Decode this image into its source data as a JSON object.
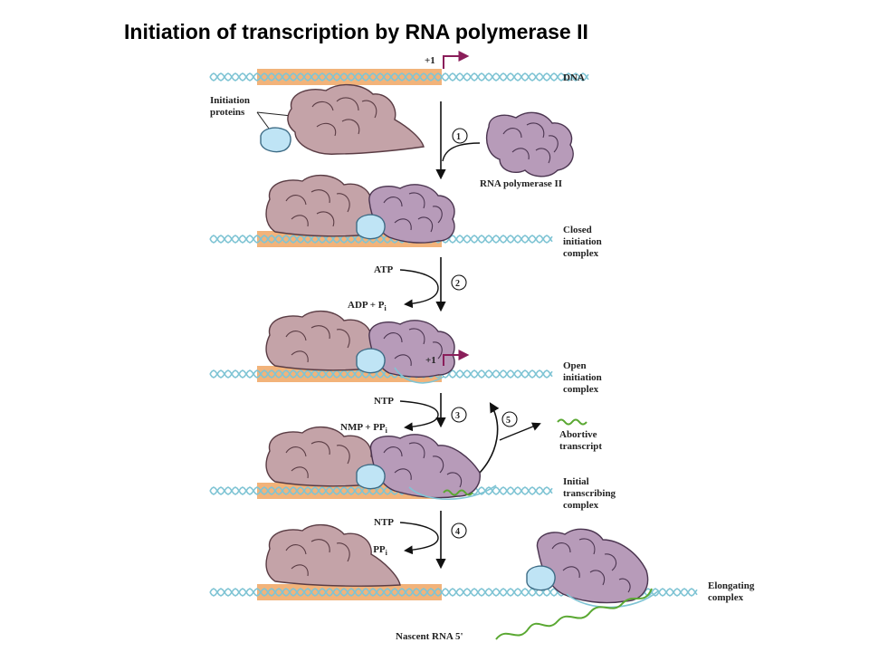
{
  "title": "Initiation of transcription by RNA polymerase II",
  "labels": {
    "plus_one": "+1",
    "dna": "DNA",
    "initiation_proteins_1": "Initiation",
    "initiation_proteins_2": "proteins",
    "rna_polymerase": "RNA polymerase II",
    "closed_1": "Closed",
    "closed_2": "initiation",
    "closed_3": "complex",
    "atp": "ATP",
    "adp_pi": "ADP + P",
    "adp_pi_sub": "i",
    "open_1": "Open",
    "open_2": "initiation",
    "open_3": "complex",
    "ntp": "NTP",
    "nmp_ppi": "NMP + PP",
    "nmp_ppi_sub": "i",
    "abortive_1": "Abortive",
    "abortive_2": "transcript",
    "initial_1": "Initial",
    "initial_2": "transcribing",
    "initial_3": "complex",
    "elongating_1": "Elongating",
    "elongating_2": "complex",
    "nascent_rna": "Nascent RNA 5'"
  },
  "steps": [
    "1",
    "2",
    "3",
    "4",
    "5"
  ],
  "colors": {
    "promoter": "#f2b37a",
    "dna_strand": "#7fc4d4",
    "initiation_proteins": "#bfe4f5",
    "initiation_proteins_stroke": "#3d6b85",
    "polymerase": "#b79bb9",
    "gtf_complex": "#c4a3a8",
    "rna": "#5aa832",
    "abortive": "#5aa832",
    "tss_arrow": "#8a1e5a"
  }
}
